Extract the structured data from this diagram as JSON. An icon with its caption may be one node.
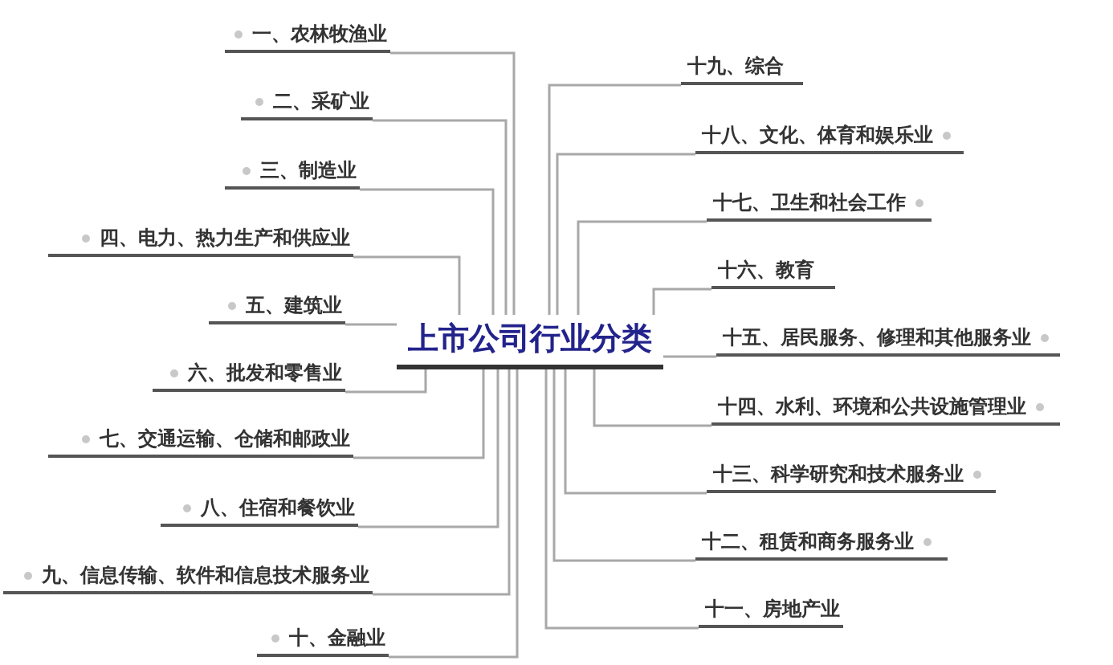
{
  "diagram": {
    "nodes": [
      {
        "text": [
          "上市公司行业分类"
        ]
      },
      {
        "text": [
          "一、农林牧渔业"
        ]
      },
      {
        "text": [
          "二、采矿业"
        ]
      },
      {
        "text": [
          "三、制造业"
        ]
      },
      {
        "text": [
          "四、电力、热力生产和供应业"
        ]
      },
      {
        "text": [
          "五、建筑业"
        ]
      },
      {
        "text": [
          "六、批发和零售业"
        ]
      },
      {
        "text": [
          "七、交通运输、仓储和邮政业"
        ]
      },
      {
        "text": [
          "八、住宿和餐饮业"
        ]
      },
      {
        "text": [
          "九、信息传输、软件和信息技术服务业"
        ]
      },
      {
        "text": [
          "十、金融业"
        ]
      },
      {
        "text": [
          "十九、综合"
        ]
      },
      {
        "text": [
          "十八、文化、体育和娱乐业"
        ]
      },
      {
        "text": [
          "十七、卫生和社会工作"
        ]
      },
      {
        "text": [
          "十六、教育"
        ]
      },
      {
        "text": [
          "十五、居民服务、修理和其他服务业"
        ]
      },
      {
        "text": [
          "十四、水利、环境和公共设施管理业"
        ]
      },
      {
        "text": [
          "十三、科学研究和技术服务业"
        ]
      },
      {
        "text": [
          "十二、租赁和商务服务业"
        ]
      },
      {
        "text": [
          "十一、房地产业"
        ]
      }
    ],
    "edges": [
      {
        "from": 0,
        "to": 1,
        "arrow": "none"
      },
      {
        "from": 0,
        "to": 2,
        "arrow": "none"
      },
      {
        "from": 0,
        "to": 3,
        "arrow": "none"
      },
      {
        "from": 0,
        "to": 4,
        "arrow": "none"
      },
      {
        "from": 0,
        "to": 5,
        "arrow": "none"
      },
      {
        "from": 0,
        "to": 6,
        "arrow": "none"
      },
      {
        "from": 0,
        "to": 7,
        "arrow": "none"
      },
      {
        "from": 0,
        "to": 8,
        "arrow": "none"
      },
      {
        "from": 0,
        "to": 9,
        "arrow": "none"
      },
      {
        "from": 0,
        "to": 10,
        "arrow": "none"
      },
      {
        "from": 0,
        "to": 11,
        "arrow": "none"
      },
      {
        "from": 0,
        "to": 12,
        "arrow": "none"
      },
      {
        "from": 0,
        "to": 13,
        "arrow": "none"
      },
      {
        "from": 0,
        "to": 14,
        "arrow": "none"
      },
      {
        "from": 0,
        "to": 15,
        "arrow": "none"
      },
      {
        "from": 0,
        "to": 16,
        "arrow": "none"
      },
      {
        "from": 0,
        "to": 17,
        "arrow": "none"
      },
      {
        "from": 0,
        "to": 18,
        "arrow": "none"
      },
      {
        "from": 0,
        "to": 19,
        "arrow": "none"
      }
    ]
  }
}
